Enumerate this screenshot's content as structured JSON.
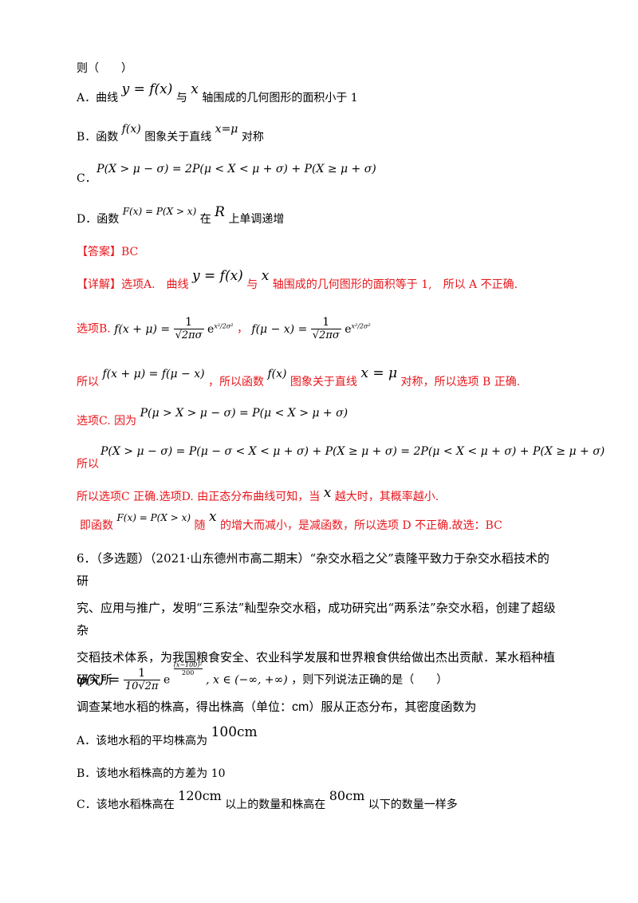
{
  "q5": {
    "stem_end": "则（　　）",
    "optA": {
      "label": "A．曲线",
      "f1": "y = f(x)",
      "mid": "与",
      "var": "x",
      "end": "轴围成的几何图形的面积小于 1"
    },
    "optB": {
      "label": "B．函数",
      "f1": "f(x)",
      "mid": "图象关于直线",
      "f2": "x=μ",
      "end": "对称"
    },
    "optC": {
      "label": "C．",
      "f1": "P(X > μ − σ) = 2P(μ < X < μ + σ) + P(X ≥ μ + σ)"
    },
    "optD": {
      "label": "D．函数",
      "f1": "F(x) = P(X > x)",
      "mid": "在",
      "var": "R",
      "end": "上单调递增"
    }
  },
  "answer": {
    "label": "【答案】",
    "value": "BC"
  },
  "detail": {
    "label": "【详解】",
    "l1": {
      "a": "选项A.　曲线",
      "f1": "y = f(x)",
      "b": "与",
      "var": "x",
      "c": "轴围成的几何图形的面积等于 1,　所以 A 不正确."
    },
    "l2": {
      "a": "选项B.",
      "f1": "f(x + μ) =",
      "num": "1",
      "den": "√2πσ",
      "e": "e",
      "exp": "x²/2σ²",
      "sep": "，",
      "f2": "f(μ − x) =",
      "num2": "1",
      "den2": "√2πσ",
      "e2": "e",
      "exp2": "x²/2σ²"
    },
    "l3": {
      "a": "所以",
      "f1": "f(x + μ) = f(μ − x)",
      "b": "，所以函数",
      "f2": "f(x)",
      "c": "图象关于直线",
      "f3": "x = μ",
      "d": "对称，所以选项 B 正确."
    },
    "l4": {
      "a": "选项C. 因为",
      "f1": "P(μ > X > μ − σ) = P(μ < X > μ + σ)"
    },
    "l5": {
      "f1": "P(X > μ − σ) = P(μ − σ < X < μ + σ) + P(X ≥ μ + σ) = 2P(μ < X < μ + σ) + P(X ≥ μ + σ)"
    },
    "l5b": "所以",
    "l6": {
      "a": "所以选项C 正确.选项D. 由正态分布曲线可知，当",
      "var": "x",
      "b": "越大时，其概率越小."
    },
    "l7": {
      "a": "即函数",
      "f1": "F(x) = P(X > x)",
      "b": "随",
      "var": "x",
      "c": "的增大而减小，是减函数，所以选项 D 不正确.故选：BC"
    }
  },
  "q6": {
    "line1": "6．（多选题）（2021·山东德州市高二期末）“杂交水稻之父”袁隆平致力于杂交水稻技术的研",
    "line2": "究、应用与推广，发明“三系法”籼型杂交水稻，成功研究出“两系法”杂交水稻，创建了超级杂",
    "line3": "交稻技术体系，为我国粮食安全、农业科学发展和世界粮食供给做出杰出贡献．某水稻种植研究所",
    "line4a": "调查某地水稻的株高，得出株高（单位：",
    "line4unit": "cm",
    "line4b": "）服从正态分布，其密度函数为",
    "density": {
      "lhs": "φ(x) =",
      "num": "1",
      "den": "10√2π",
      "e": "e",
      "exp_num": "(x−100)²",
      "exp_den": "200",
      "domain": ", x ∈ (−∞, +∞)",
      "tail": "，则下列说法正确的是（　　）"
    },
    "optA": {
      "label": "A．该地水稻的平均株高为",
      "val": "100cm"
    },
    "optB": {
      "label": "B．该地水稻株高的方差为 10"
    },
    "optC": {
      "label": "C．该地水稻株高在",
      "v1": "120cm",
      "mid": "以上的数量和株高在",
      "v2": "80cm",
      "end": "以下的数量一样多"
    }
  }
}
